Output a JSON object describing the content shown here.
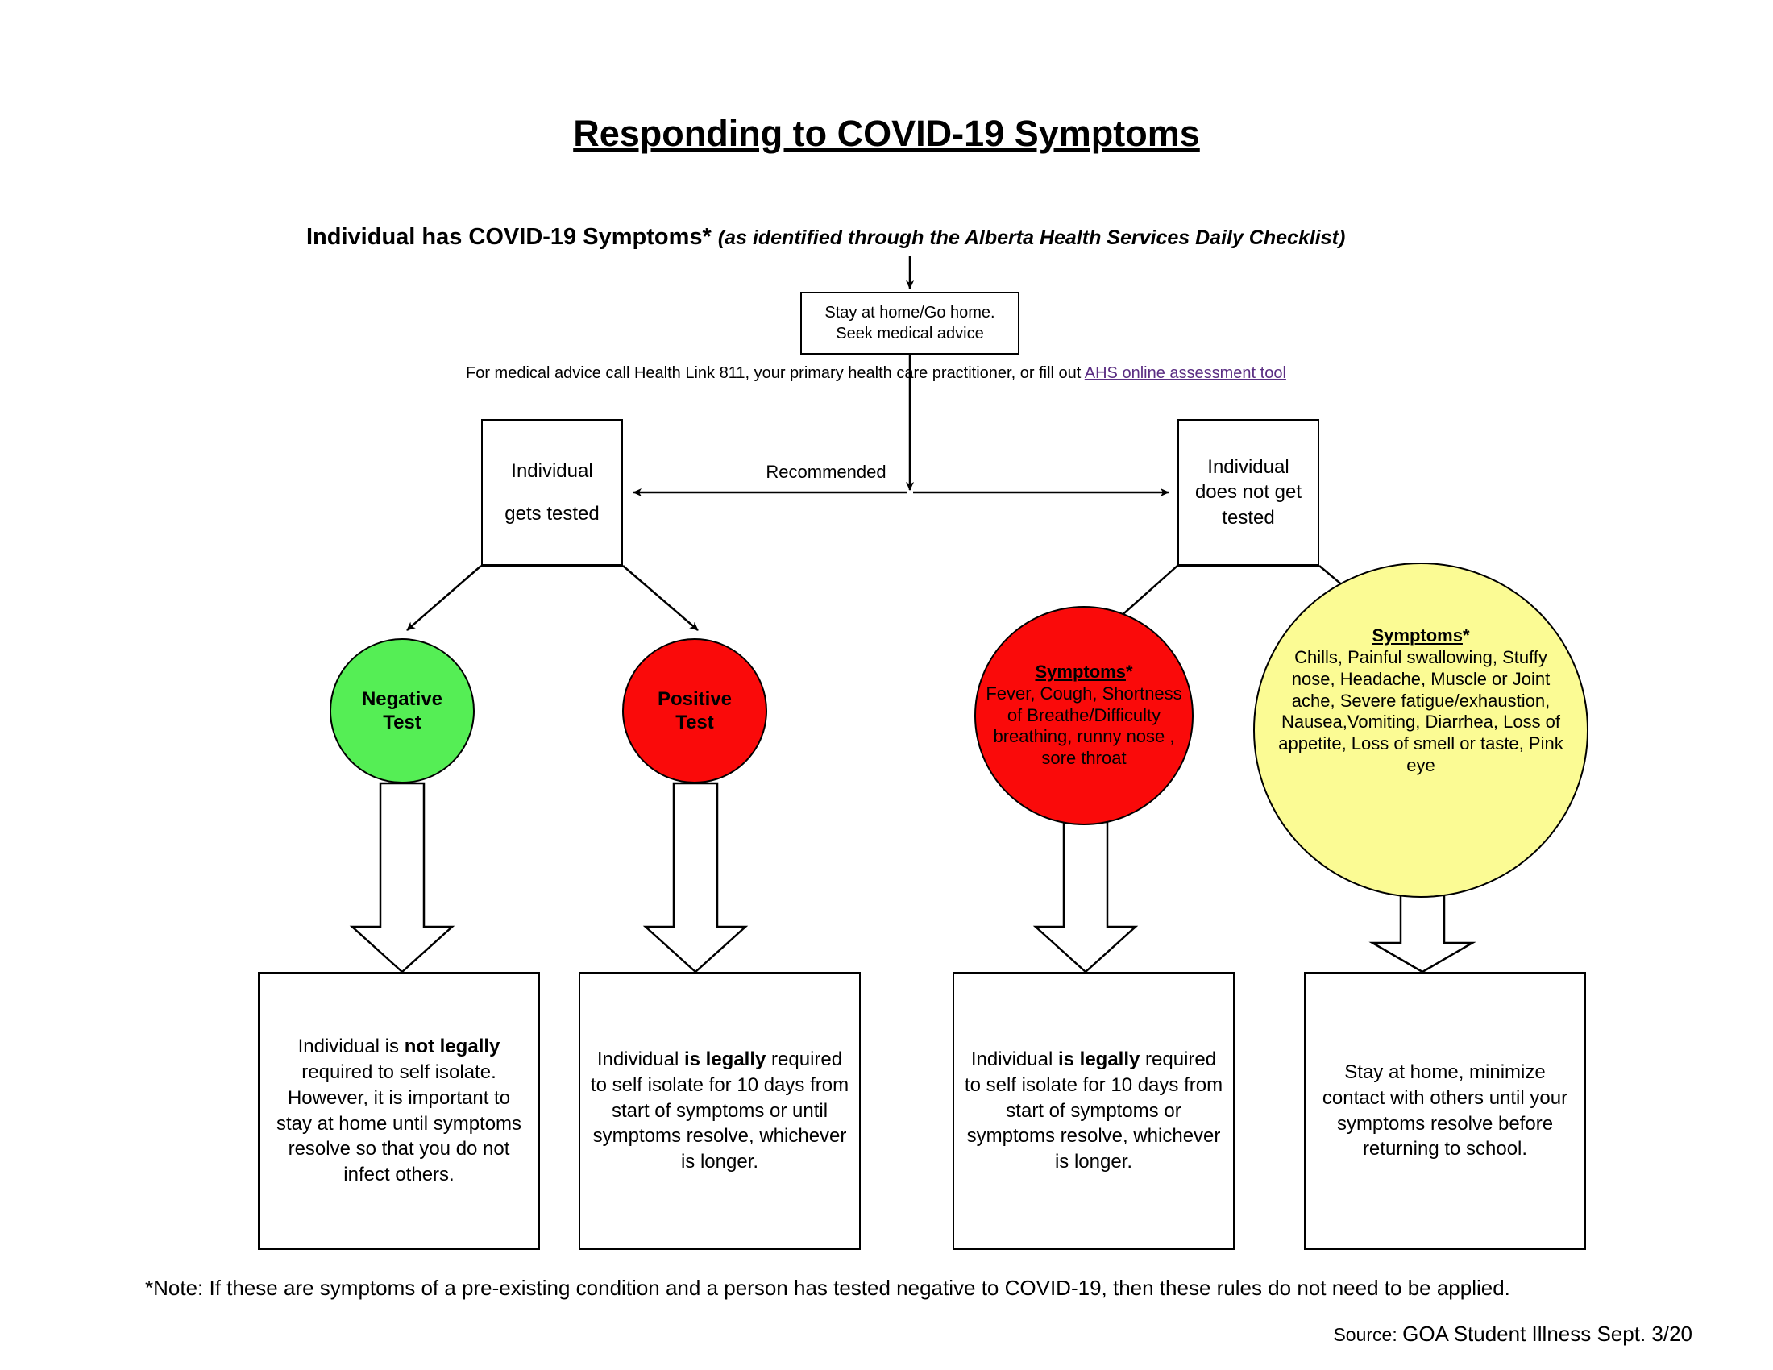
{
  "title": "Responding to COVID-19 Symptoms",
  "subtitle": {
    "bold": "Individual has COVID-19 Symptoms*",
    "italic": "(as identified through the Alberta Health Services Daily Checklist)"
  },
  "stay_box": {
    "line1": "Stay at home/Go home.",
    "line2": "Seek medical advice"
  },
  "advice": {
    "before_link": "For medical advice call Health Link 811, your primary health care practitioner, or fill out ",
    "link_text": "AHS online assessment tool",
    "link_color": "#5a2d82"
  },
  "decision": {
    "tested": {
      "line1": "Individual",
      "line2": "gets tested"
    },
    "not_tested": {
      "line1": "Individual",
      "line2": "does not get",
      "line3": "tested"
    },
    "arrow_label": "Recommended"
  },
  "circles": {
    "negative": {
      "line1": "Negative",
      "line2": "Test",
      "color": "#55EE55"
    },
    "positive": {
      "line1": "Positive",
      "line2": "Test",
      "color": "#FA0A0A"
    },
    "symptoms_red": {
      "heading": "Symptoms",
      "star": "*",
      "color": "#FA0A0A",
      "lines": [
        "Fever, Cough, Shortness",
        "of Breathe/Difficulty",
        "breathing, runny nose ,",
        "sore throat"
      ]
    },
    "symptoms_yellow": {
      "heading": "Symptoms",
      "star": "*",
      "color": "#FBFB94",
      "lines": [
        "Chills, Painful swallowing, Stuffy",
        "nose, Headache, Muscle or Joint",
        "ache, Severe fatigue/exhaustion,",
        "Nausea,Vomiting, Diarrhea, Loss of",
        "appetite, Loss of smell or taste, Pink",
        "eye"
      ]
    }
  },
  "outcomes": {
    "negative": {
      "seg1": "Individual is ",
      "bold1": "not legally",
      "seg2": " required to self isolate.  However, it is important to stay at home until symptoms resolve so that you do not infect others."
    },
    "positive": {
      "seg1": "Individual ",
      "bold1": "is legally",
      "seg2": " required to self isolate for 10 days from start of symptoms or until symptoms resolve, whichever is longer."
    },
    "symptomatic_untested": {
      "seg1": "Individual ",
      "bold1": "is legally",
      "seg2": " required to self isolate for 10 days from start of symptoms or symptoms resolve, whichever is longer."
    },
    "other_symptoms": {
      "text": "Stay at home, minimize contact with others until your symptoms resolve before returning to school."
    }
  },
  "footer": {
    "note": "*Note: If these are symptoms of a pre-existing condition and a person has tested negative to COVID-19, then these rules do not need to be applied.",
    "source_label": "Source:",
    "source_value": "GOA Student Illness Sept. 3/20"
  }
}
